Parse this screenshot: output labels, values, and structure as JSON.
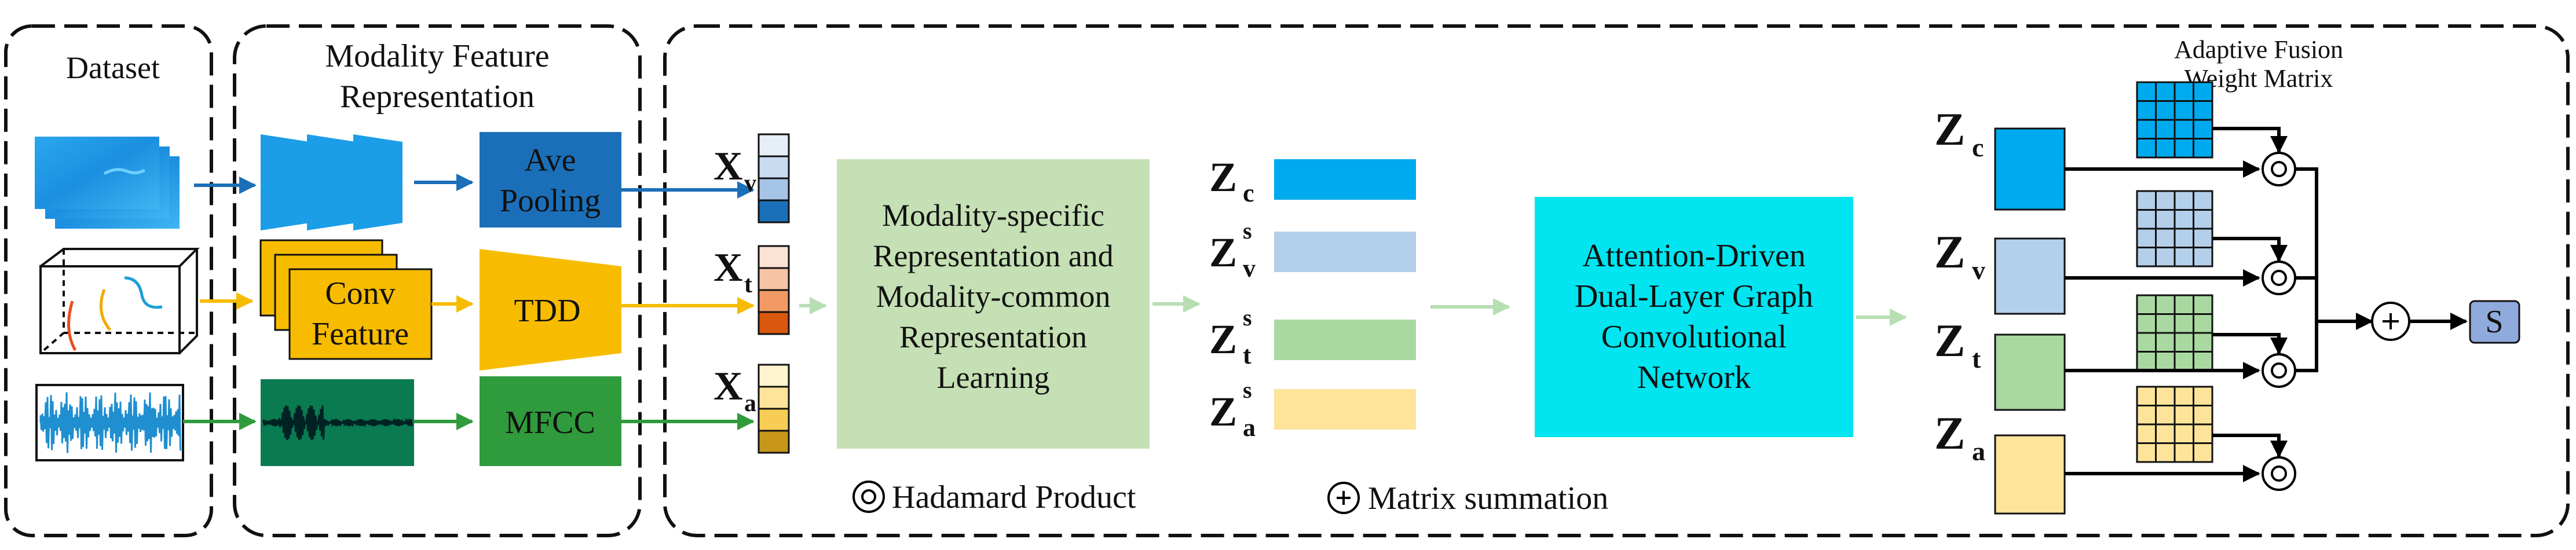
{
  "sections": {
    "dataset": "Dataset",
    "feature_line1": "Modality Feature",
    "feature_line2": "Representation",
    "fusion_title_line1": "Adaptive Fusion",
    "fusion_title_line2": "Weight Matrix"
  },
  "blocks": {
    "ave_line1": "Ave",
    "ave_line2": "Pooling",
    "conv_line1": "Conv",
    "conv_line2": "Feature",
    "tdd": "TDD",
    "mfcc": "MFCC",
    "msr": [
      "Modality-specific",
      "Representation and",
      "Modality-common",
      "Representation",
      "Learning"
    ],
    "gcn": [
      "Attention-Driven",
      "Dual-Layer Graph",
      "Convolutional",
      "Network"
    ],
    "output": "S"
  },
  "inputs": [
    {
      "main": "X",
      "sub": "v"
    },
    {
      "main": "X",
      "sub": "t"
    },
    {
      "main": "X",
      "sub": "a"
    }
  ],
  "mid_features": [
    {
      "main": "Z",
      "sub": "c",
      "sup": ""
    },
    {
      "main": "Z",
      "sub": "v",
      "sup": "s"
    },
    {
      "main": "Z",
      "sub": "t",
      "sup": "s"
    },
    {
      "main": "Z",
      "sub": "a",
      "sup": "s"
    }
  ],
  "fusion_features": [
    {
      "main": "Z",
      "sub": "c"
    },
    {
      "main": "Z",
      "sub": "v"
    },
    {
      "main": "Z",
      "sub": "t"
    },
    {
      "main": "Z",
      "sub": "a"
    }
  ],
  "legend": {
    "hadamard": "Hadamard Product",
    "summation": "Matrix summation"
  },
  "colors": {
    "blue_visual": "#1b6fb8",
    "orange_text": "#f7bc00",
    "green_audio": "#2f9b3c",
    "z_c": "#00aaee",
    "z_v": "#b4cfe9",
    "z_t": "#a9d9a1",
    "z_a": "#fde49a",
    "msr_box": "#c5e0b4",
    "gcn_box": "#00e5f0",
    "output_box": "#8faadc"
  }
}
